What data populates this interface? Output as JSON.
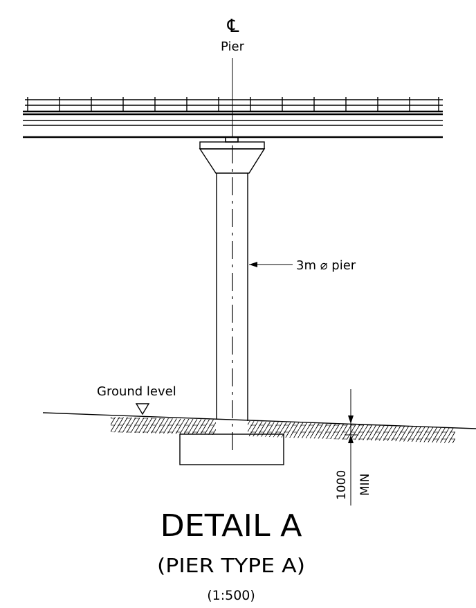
{
  "labels": {
    "centerline_symbol": "℄",
    "centerline_label": "Pier",
    "pier_callout": "3m ⌀ pier",
    "ground_level": "Ground level",
    "dimension_value": "1000",
    "dimension_qualifier": "MIN"
  },
  "title": {
    "main": "DETAIL A",
    "sub": "(PIER TYPE A)",
    "scale": "(1:500)"
  }
}
